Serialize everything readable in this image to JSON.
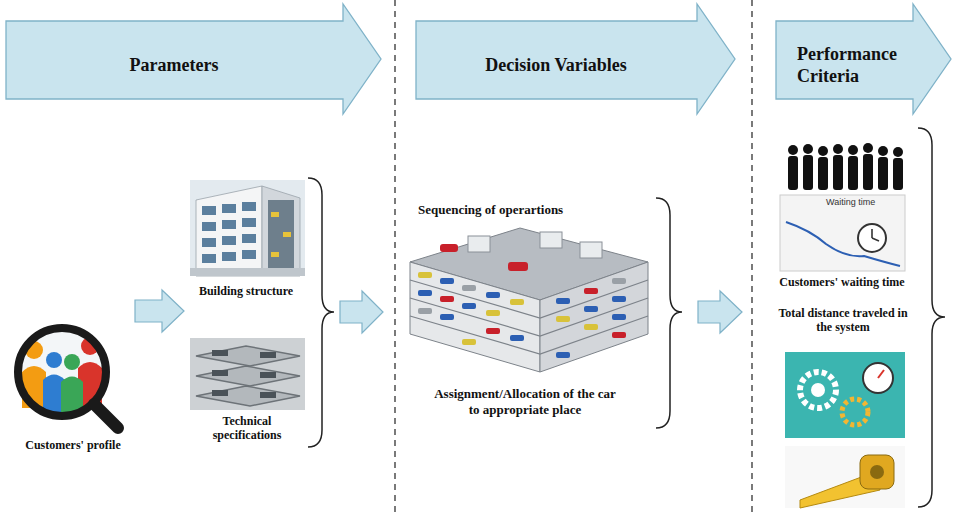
{
  "diagram": {
    "nodes": [
      {
        "text": [
          "Parameters"
        ]
      },
      {
        "text": [
          "Decision Variables"
        ]
      },
      {
        "text": [
          "Performance Criteria"
        ]
      }
    ],
    "labels": [
      "Customers' profile",
      "Building structure",
      "Technical specifications",
      "Sequencing of operartions",
      "Waiting time",
      "Assignment/Allocation of the car to appropriate place",
      "Customers' waiting time",
      "Total distance traveled in the system"
    ]
  }
}
